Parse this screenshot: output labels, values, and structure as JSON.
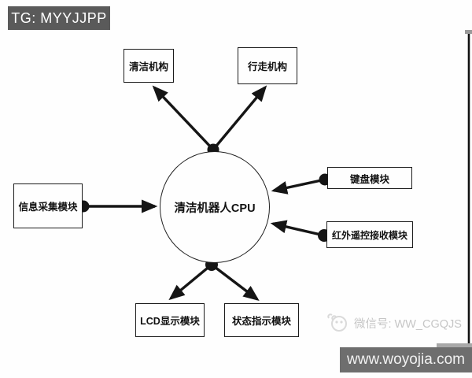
{
  "banner": {
    "label": "TG: MYYJJPP"
  },
  "diagram": {
    "center": {
      "label": "清洁机器人CPU"
    },
    "nodes": {
      "cleaning": {
        "label": "清洁机构"
      },
      "walking": {
        "label": "行走机构"
      },
      "info": {
        "label": "信息采集模块"
      },
      "keyboard": {
        "label": "键盘模块"
      },
      "infrared": {
        "label": "红外遥控接收模块"
      },
      "lcd": {
        "label": "LCD显示模块"
      },
      "status": {
        "label": "状态指示模块"
      }
    },
    "connections": [
      {
        "from": "cpu",
        "to": "cleaning",
        "direction": "to-node"
      },
      {
        "from": "cpu",
        "to": "walking",
        "direction": "to-node"
      },
      {
        "from": "info",
        "to": "cpu",
        "direction": "to-cpu"
      },
      {
        "from": "keyboard",
        "to": "cpu",
        "direction": "to-cpu"
      },
      {
        "from": "infrared",
        "to": "cpu",
        "direction": "to-cpu"
      },
      {
        "from": "cpu",
        "to": "lcd",
        "direction": "to-node"
      },
      {
        "from": "cpu",
        "to": "status",
        "direction": "to-node"
      }
    ]
  },
  "watermark": {
    "wechat_label": "微信号: WW_CGQJS"
  },
  "footer": {
    "url": "www.woyojia.com"
  },
  "colors": {
    "banner_bg": "#5a5a5a",
    "footer_bg": "#6e6e6e",
    "ink": "#151515",
    "watermark_gray": "#c6c6c6"
  }
}
